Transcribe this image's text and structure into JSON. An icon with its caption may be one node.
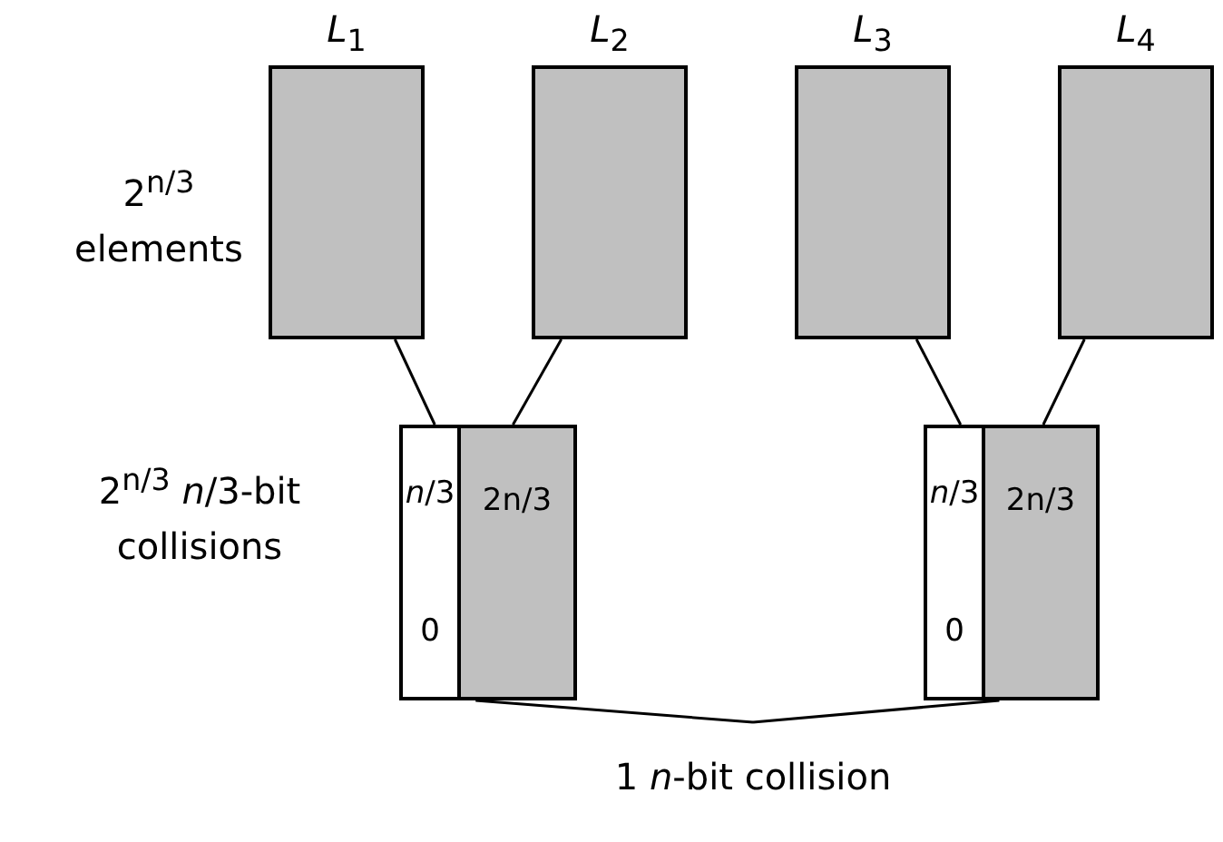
{
  "diagram": {
    "nodes": [
      {
        "text": [
          "*L*$_{1}$"
        ]
      },
      {
        "text": [
          "*L*$_{2}$"
        ]
      },
      {
        "text": [
          "*L*$_{3}$"
        ]
      },
      {
        "text": [
          "*L*$_{4}$"
        ]
      },
      {
        "text": [],
        "shape": "box"
      },
      {
        "text": [
          "*n*/3",
          "0"
        ],
        "in": 4
      },
      {
        "text": [
          "2n/3"
        ],
        "in": 4
      },
      {
        "text": [],
        "shape": "box"
      },
      {
        "text": [
          "*n*/3",
          "0"
        ],
        "in": 7
      },
      {
        "text": [
          "2n/3"
        ],
        "in": 7
      },
      {
        "text": [
          "1 *n*-bit collision"
        ]
      }
    ],
    "edges": [
      {
        "from": 0,
        "to": 4,
        "arrow": "none"
      },
      {
        "from": 1,
        "to": 4,
        "arrow": "none"
      },
      {
        "from": 2,
        "to": 7,
        "arrow": "none"
      },
      {
        "from": 3,
        "to": 7,
        "arrow": "none"
      },
      {
        "from": 4,
        "to": 10,
        "arrow": "none"
      },
      {
        "from": 7,
        "to": 10,
        "arrow": "none"
      }
    ],
    "labels": [
      "2$^{n/3}$ elements",
      "2$^{n/3}$ *n*/3-bit collisions"
    ]
  }
}
